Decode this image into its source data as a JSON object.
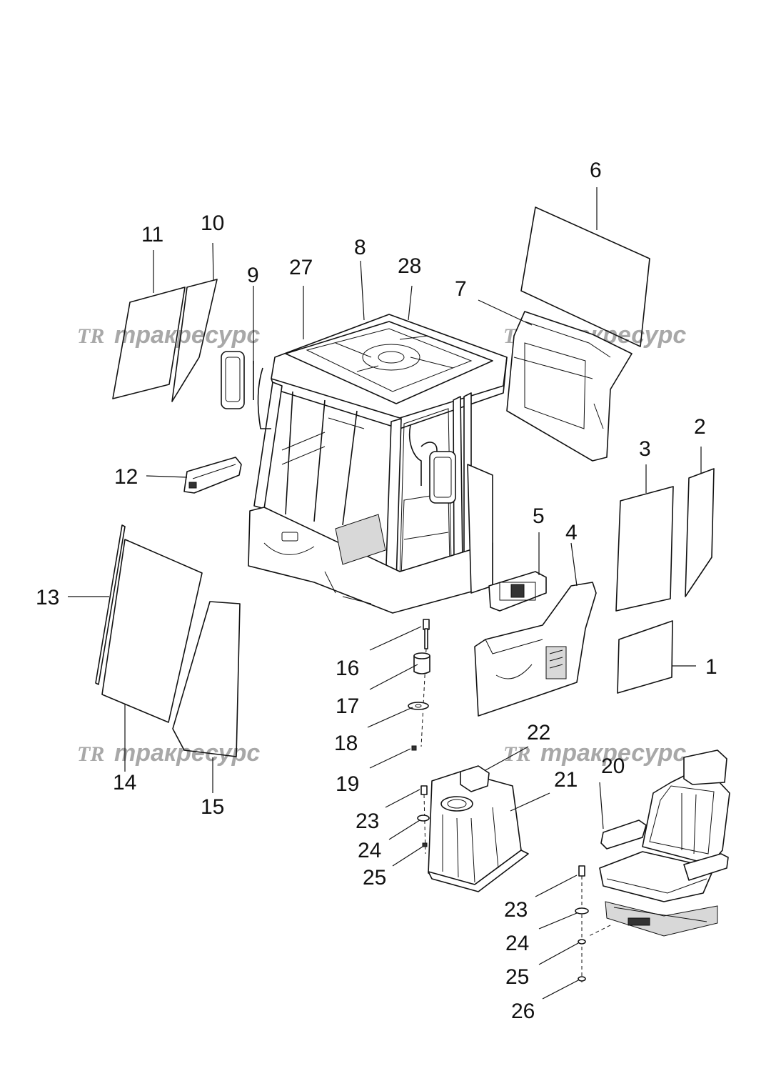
{
  "callouts": {
    "c1": "1",
    "c2": "2",
    "c3": "3",
    "c4": "4",
    "c5": "5",
    "c6": "6",
    "c7": "7",
    "c8": "8",
    "c9": "9",
    "c10": "10",
    "c11": "11",
    "c12": "12",
    "c13": "13",
    "c14": "14",
    "c15": "15",
    "c16": "16",
    "c17": "17",
    "c18": "18",
    "c19": "19",
    "c20": "20",
    "c21": "21",
    "c22": "22",
    "c23a": "23",
    "c24a": "24",
    "c25a": "25",
    "c23b": "23",
    "c24b": "24",
    "c25b": "25",
    "c26": "26",
    "c27": "27",
    "c28": "28"
  },
  "watermark": {
    "logo": "TR",
    "text": "тракресурс"
  }
}
